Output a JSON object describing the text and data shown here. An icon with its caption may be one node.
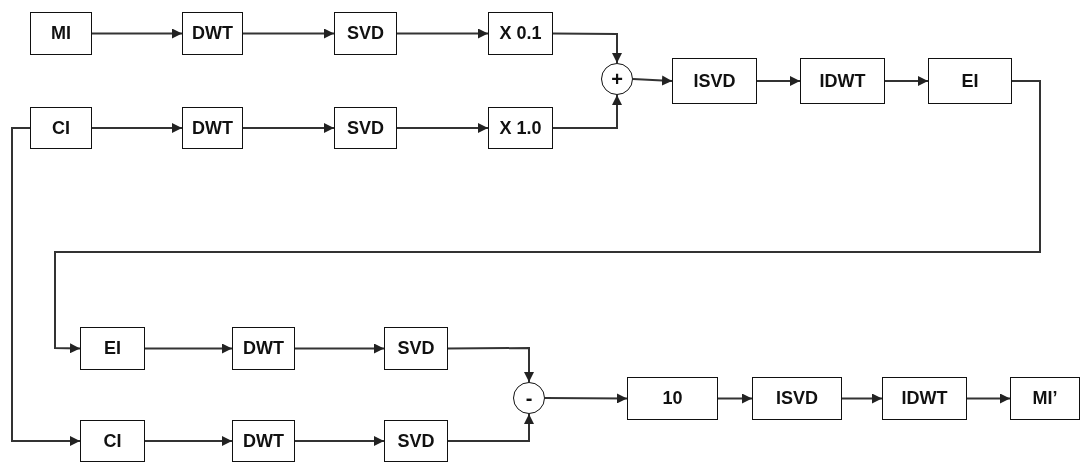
{
  "diagram": {
    "nodes": [
      {
        "text": [
          "MI"
        ]
      },
      {
        "text": [
          "DWT"
        ]
      },
      {
        "text": [
          "SVD"
        ]
      },
      {
        "text": [
          "X 0.1"
        ]
      },
      {
        "text": [
          "CI"
        ]
      },
      {
        "text": [
          "DWT"
        ]
      },
      {
        "text": [
          "SVD"
        ]
      },
      {
        "text": [
          "X 1.0"
        ]
      },
      {
        "text": [
          "+"
        ]
      },
      {
        "text": [
          "ISVD"
        ]
      },
      {
        "text": [
          "IDWT"
        ]
      },
      {
        "text": [
          "EI"
        ]
      },
      {
        "text": [
          "EI"
        ]
      },
      {
        "text": [
          "DWT"
        ]
      },
      {
        "text": [
          "SVD"
        ]
      },
      {
        "text": [
          "CI"
        ]
      },
      {
        "text": [
          "DWT"
        ]
      },
      {
        "text": [
          "SVD"
        ]
      },
      {
        "text": [
          "-"
        ]
      },
      {
        "text": [
          "10"
        ]
      },
      {
        "text": [
          "ISVD"
        ]
      },
      {
        "text": [
          "IDWT"
        ]
      },
      {
        "text": [
          "MI’"
        ]
      }
    ],
    "edges": [
      {
        "from": 0,
        "to": 1,
        "arrow": "to"
      },
      {
        "from": 1,
        "to": 2,
        "arrow": "to"
      },
      {
        "from": 2,
        "to": 3,
        "arrow": "to"
      },
      {
        "from": 3,
        "to": 8,
        "arrow": "to"
      },
      {
        "from": 4,
        "to": 5,
        "arrow": "to"
      },
      {
        "from": 5,
        "to": 6,
        "arrow": "to"
      },
      {
        "from": 6,
        "to": 7,
        "arrow": "to"
      },
      {
        "from": 7,
        "to": 8,
        "arrow": "to"
      },
      {
        "from": 8,
        "to": 9,
        "arrow": "to"
      },
      {
        "from": 9,
        "to": 10,
        "arrow": "to"
      },
      {
        "from": 10,
        "to": 11,
        "arrow": "to"
      },
      {
        "from": 11,
        "to": 12,
        "arrow": "to"
      },
      {
        "from": 4,
        "to": 15,
        "arrow": "to"
      },
      {
        "from": 12,
        "to": 13,
        "arrow": "to"
      },
      {
        "from": 13,
        "to": 14,
        "arrow": "to"
      },
      {
        "from": 14,
        "to": 18,
        "arrow": "to"
      },
      {
        "from": 15,
        "to": 16,
        "arrow": "to"
      },
      {
        "from": 16,
        "to": 17,
        "arrow": "to"
      },
      {
        "from": 17,
        "to": 18,
        "arrow": "to"
      },
      {
        "from": 18,
        "to": 19,
        "arrow": "to"
      },
      {
        "from": 19,
        "to": 20,
        "arrow": "to"
      },
      {
        "from": 20,
        "to": 21,
        "arrow": "to"
      },
      {
        "from": 21,
        "to": 22,
        "arrow": "to"
      }
    ]
  }
}
